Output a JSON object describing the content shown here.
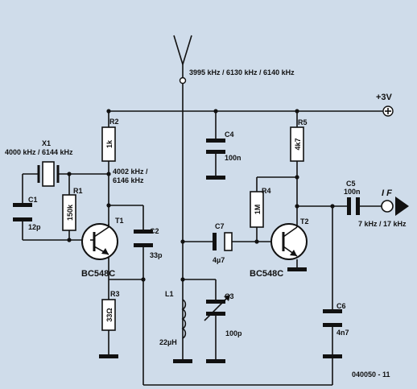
{
  "antenna": {
    "freq_label": "3995 kHz / 6130 kHz / 6140 kHz"
  },
  "supply": {
    "label": "+3V"
  },
  "x1": {
    "name": "X1",
    "freq": "4000 kHz / 6144 kHz"
  },
  "r1": {
    "name": "R1",
    "value": "150k"
  },
  "r2": {
    "name": "R2",
    "value": "1k"
  },
  "r3": {
    "name": "R3",
    "value": "33Ω"
  },
  "r4": {
    "name": "R4",
    "value": "1M"
  },
  "r5": {
    "name": "R5",
    "value": "4k7"
  },
  "c1": {
    "name": "C1",
    "value": "12p"
  },
  "c2": {
    "name": "C2",
    "value": "33p"
  },
  "c3": {
    "name": "C3",
    "value": "100p"
  },
  "c4": {
    "name": "C4",
    "value": "100n"
  },
  "c5": {
    "name": "C5",
    "value": "100n"
  },
  "c6": {
    "name": "C6",
    "value": "4n7"
  },
  "c7": {
    "name": "C7",
    "value": "4µ7"
  },
  "l1": {
    "name": "L1",
    "value": "22µH"
  },
  "t1": {
    "name": "T1",
    "type": "BC548C"
  },
  "t2": {
    "name": "T2",
    "type": "BC548C"
  },
  "osc_freq": {
    "line1": "4002 kHz /",
    "line2": "6146 kHz"
  },
  "output": {
    "label": "I F",
    "freq": "7 kHz / 17 kHz"
  },
  "figure_code": "040050 - 11"
}
